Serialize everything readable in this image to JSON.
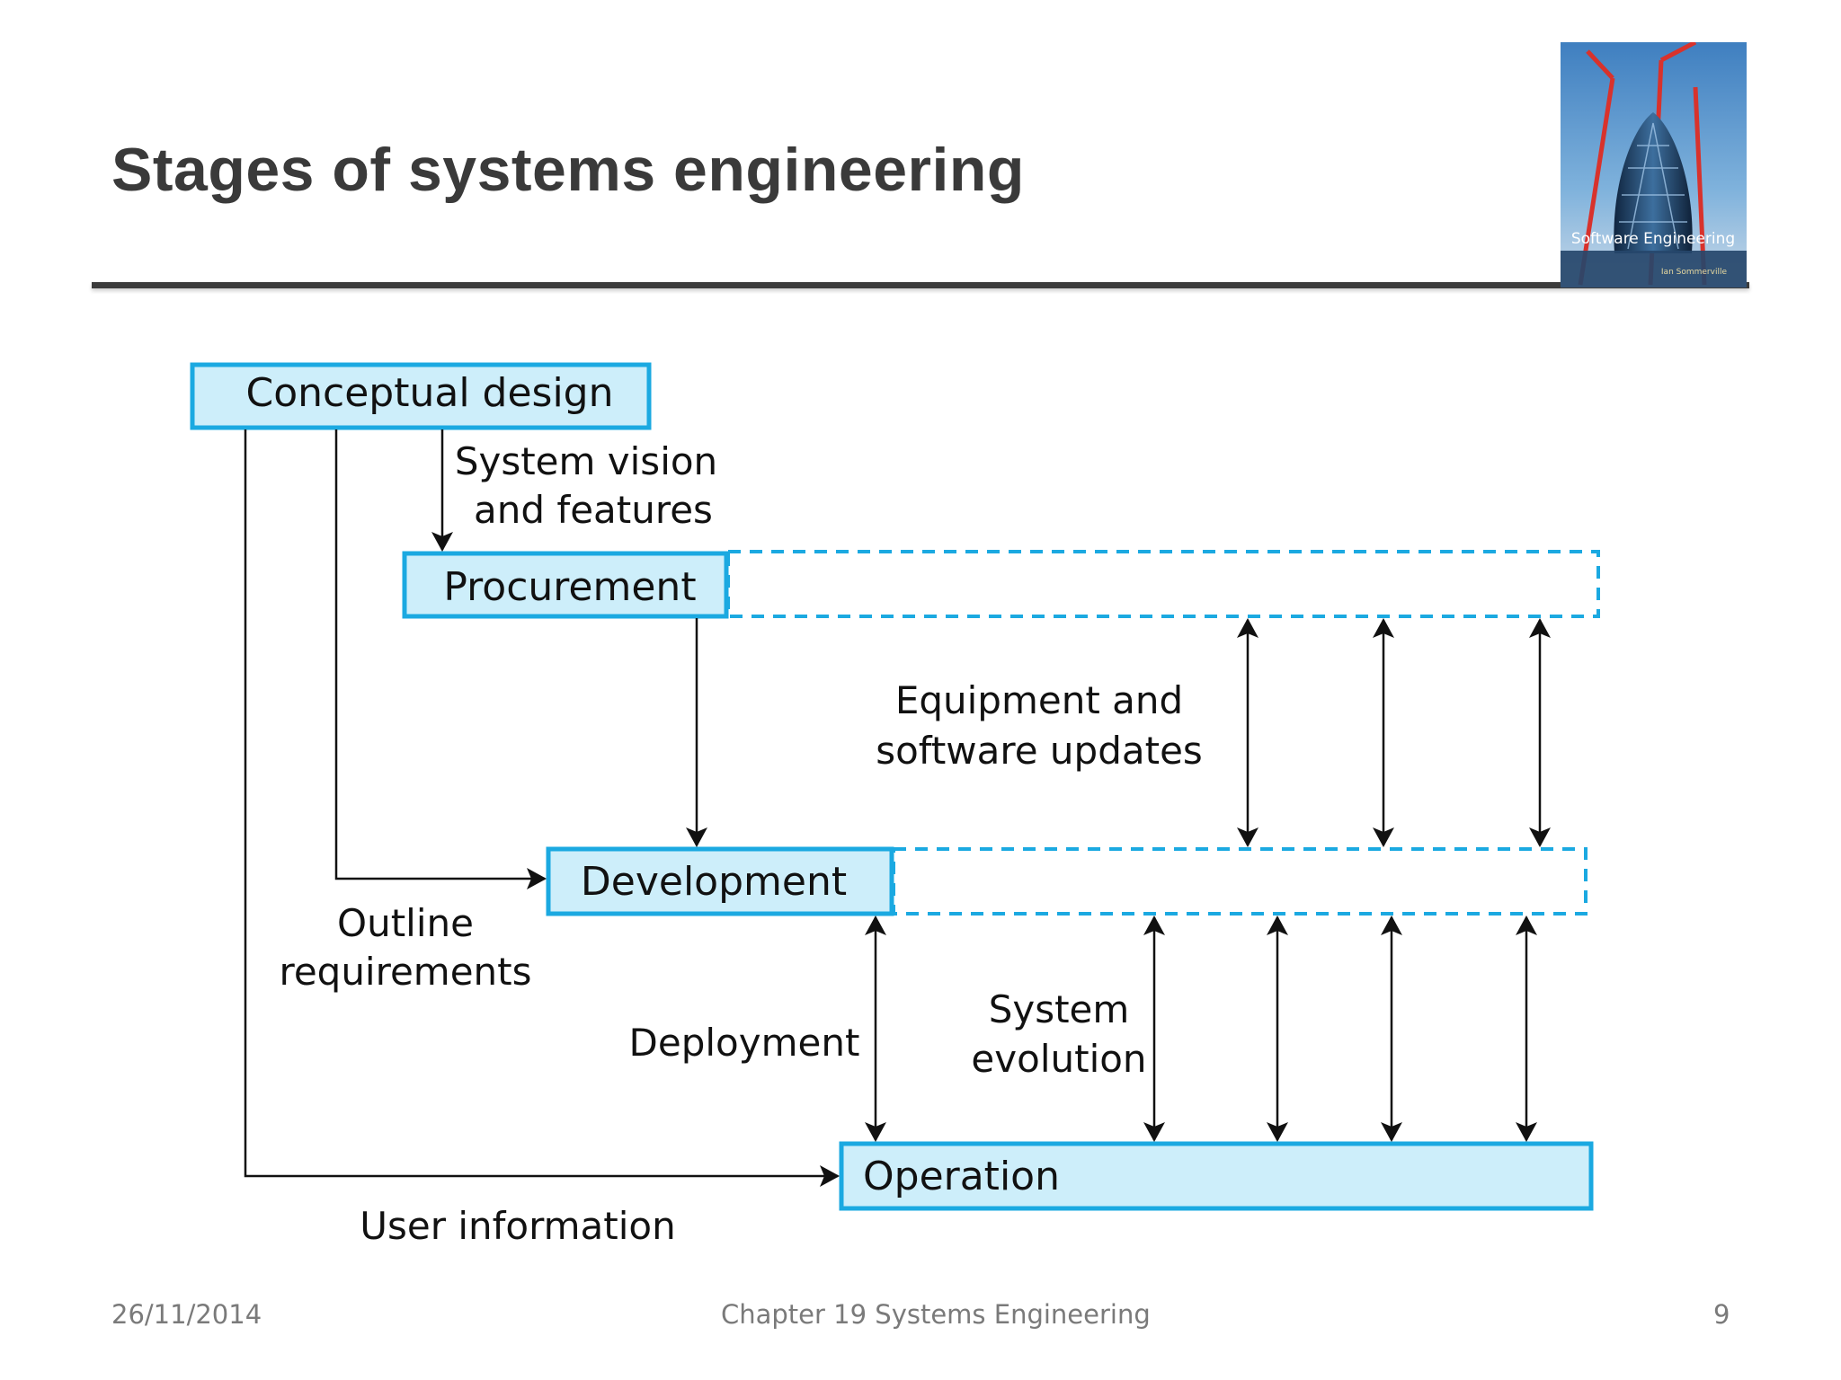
{
  "slide": {
    "title": "Stages of systems engineering"
  },
  "book_cover": {
    "title": "Software Engineering",
    "author": "Ian Sommerville"
  },
  "diagram": {
    "stages": {
      "conceptual_design": "Conceptual design",
      "procurement": "Procurement",
      "development": "Development",
      "operation": "Operation"
    },
    "flows": {
      "system_vision_line1": "System vision",
      "system_vision_line2": "and features",
      "equipment_line1": "Equipment and",
      "equipment_line2": "software updates",
      "outline_line1": "Outline",
      "outline_line2": "requirements",
      "deployment": "Deployment",
      "evolution_line1": "System",
      "evolution_line2": "evolution",
      "user_information": "User information"
    },
    "colors": {
      "box_fill": "#cdeefa",
      "box_border": "#1ba9e1",
      "arrow": "#111111"
    }
  },
  "footer": {
    "date": "26/11/2014",
    "chapter": "Chapter 19 Systems Engineering",
    "page": "9"
  }
}
